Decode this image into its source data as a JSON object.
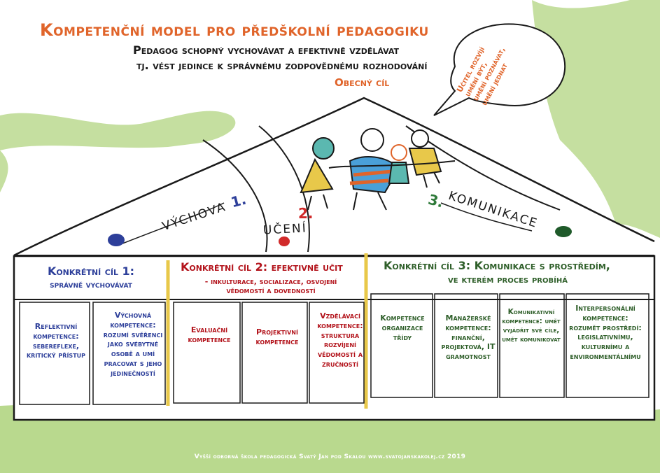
{
  "header": {
    "title": "Kompetenční model pro předškolní pedagogiku",
    "subtitle_line1": "Pedagog schopný vychovávat a efektivně vzdělávat",
    "subtitle_line2": "tj. vést jedince k správnému zodpovědnému rozhodování",
    "general_goal": "Obecný cíl"
  },
  "speech_bubble": [
    "Učitel rozvíjí",
    "umění být,",
    "umění poznávat,",
    "umění jednat"
  ],
  "roof_labels": {
    "vychova": "Výchova",
    "vychova_num": "1.",
    "uceni": "Učení",
    "uceni_num": "2.",
    "komunikace": "Komunikace",
    "komunikace_num": "3."
  },
  "goals": [
    {
      "title": "Konkrétní cíl 1:",
      "subtitle": "správně vychovávat"
    },
    {
      "title": "Konkrétní cíl 2: efektivně učit",
      "subtitle_line1": "- inkulturace, socializace, osvojení",
      "subtitle_line2": "vědomostí  a dovedností"
    },
    {
      "title": "Konkrétní cíl 3: Komunikace s prostředím,",
      "subtitle": "ve kterém proces probíhá"
    }
  ],
  "competences": [
    "Reflektivní kompetence: sebereflexe, kritický přístup",
    "Výchovná kompetence: rozumí svěřenci jako svébytné osobě a umí pracovat s jeho jedinečností",
    "Evaluační kompetence",
    "Projektivní kompetence",
    "Vzdělávací kompetence: struktura rozvíjení vědomostí a zručností",
    "Kompetence organizace třídy",
    "Manažerské kompetence: finanční, projektová, IT gramotnost",
    "Komunikativní kompetence: umět vyjádřit své cíle, umět komunikovat",
    "Interpersonální kompetence: rozumět prostředí: legislativnímu, kulturnímu a environmentálnímu"
  ],
  "footer": "Vyšší odborná škola pedagogická Svatý Jan pod Skalou www.svatojanskakolej.cz 2019",
  "colors": {
    "orange": "#e0642a",
    "blue": "#2d3f9a",
    "red": "#b3141c",
    "green": "#2f5f2a",
    "bg_green": "#c5dfa0"
  }
}
